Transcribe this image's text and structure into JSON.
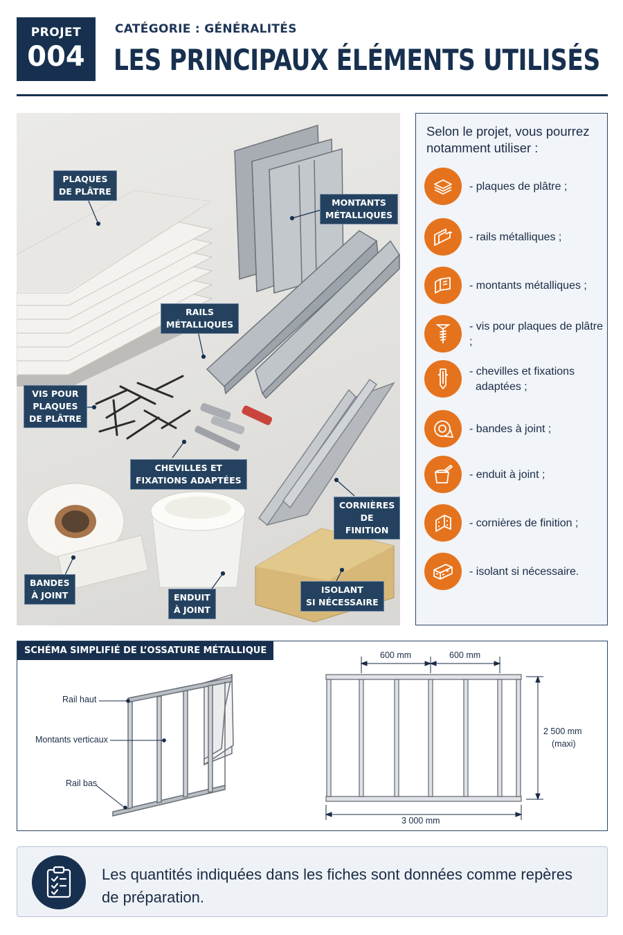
{
  "header": {
    "project_label": "PROJET",
    "project_number": "004",
    "category": "CATÉGORIE : GÉNÉRALITÉS",
    "title": "LES PRINCIPAUX ÉLÉMENTS UTILISÉS"
  },
  "photo_tags": {
    "plaques": "PLAQUES\nDE PLÂTRE",
    "montants": "MONTANTS\nMÉTALLIQUES",
    "rails": "RAILS\nMÉTALLIQUES",
    "vis": "VIS POUR\nPLAQUES\nDE PLÂTRE",
    "chevilles": "CHEVILLES ET\nFIXATIONS ADAPTÉES",
    "cornieres": "CORNIÈRES\nDE FINITION",
    "bandes": "BANDES\nÀ JOINT",
    "enduit": "ENDUIT\nÀ JOINT",
    "isolant": "ISOLANT\nSI NÉCESSAIRE"
  },
  "list": {
    "intro": "Selon le projet, vous pourrez notamment utiliser :",
    "accent_color": "#e5731d",
    "items": [
      {
        "icon": "plasterboard-stack-icon",
        "label": "- plaques de plâtre ;"
      },
      {
        "icon": "rail-profile-icon",
        "label": "- rails métalliques ;"
      },
      {
        "icon": "stud-profile-icon",
        "label": "- montants métalliques ;"
      },
      {
        "icon": "screw-icon",
        "label": "- vis pour plaques de plâtre ;"
      },
      {
        "icon": "wall-plug-icon",
        "label": "- chevilles et fixations adaptées ;"
      },
      {
        "icon": "tape-roll-icon",
        "label": "- bandes à joint ;"
      },
      {
        "icon": "filler-bucket-icon",
        "label": "- enduit à joint ;"
      },
      {
        "icon": "corner-bead-icon",
        "label": "- cornières de finition ;"
      },
      {
        "icon": "insulation-icon",
        "label": "- isolant si nécessaire."
      }
    ]
  },
  "schema": {
    "title": "SCHÉMA SIMPLIFIÉ DE L’OSSATURE MÉTALLIQUE",
    "labels": {
      "rail_haut": "Rail haut",
      "montants": "Montants verticaux",
      "rail_bas": "Rail bas"
    },
    "dims": {
      "spacing_1": "600 mm",
      "spacing_2": "600 mm",
      "height": "2 500 mm",
      "height_note": "(maxi)",
      "width": "3 000 mm"
    }
  },
  "note": {
    "icon": "clipboard-checklist-icon",
    "text": "Les quantités indiquées dans les fiches sont données comme repères de préparation."
  }
}
